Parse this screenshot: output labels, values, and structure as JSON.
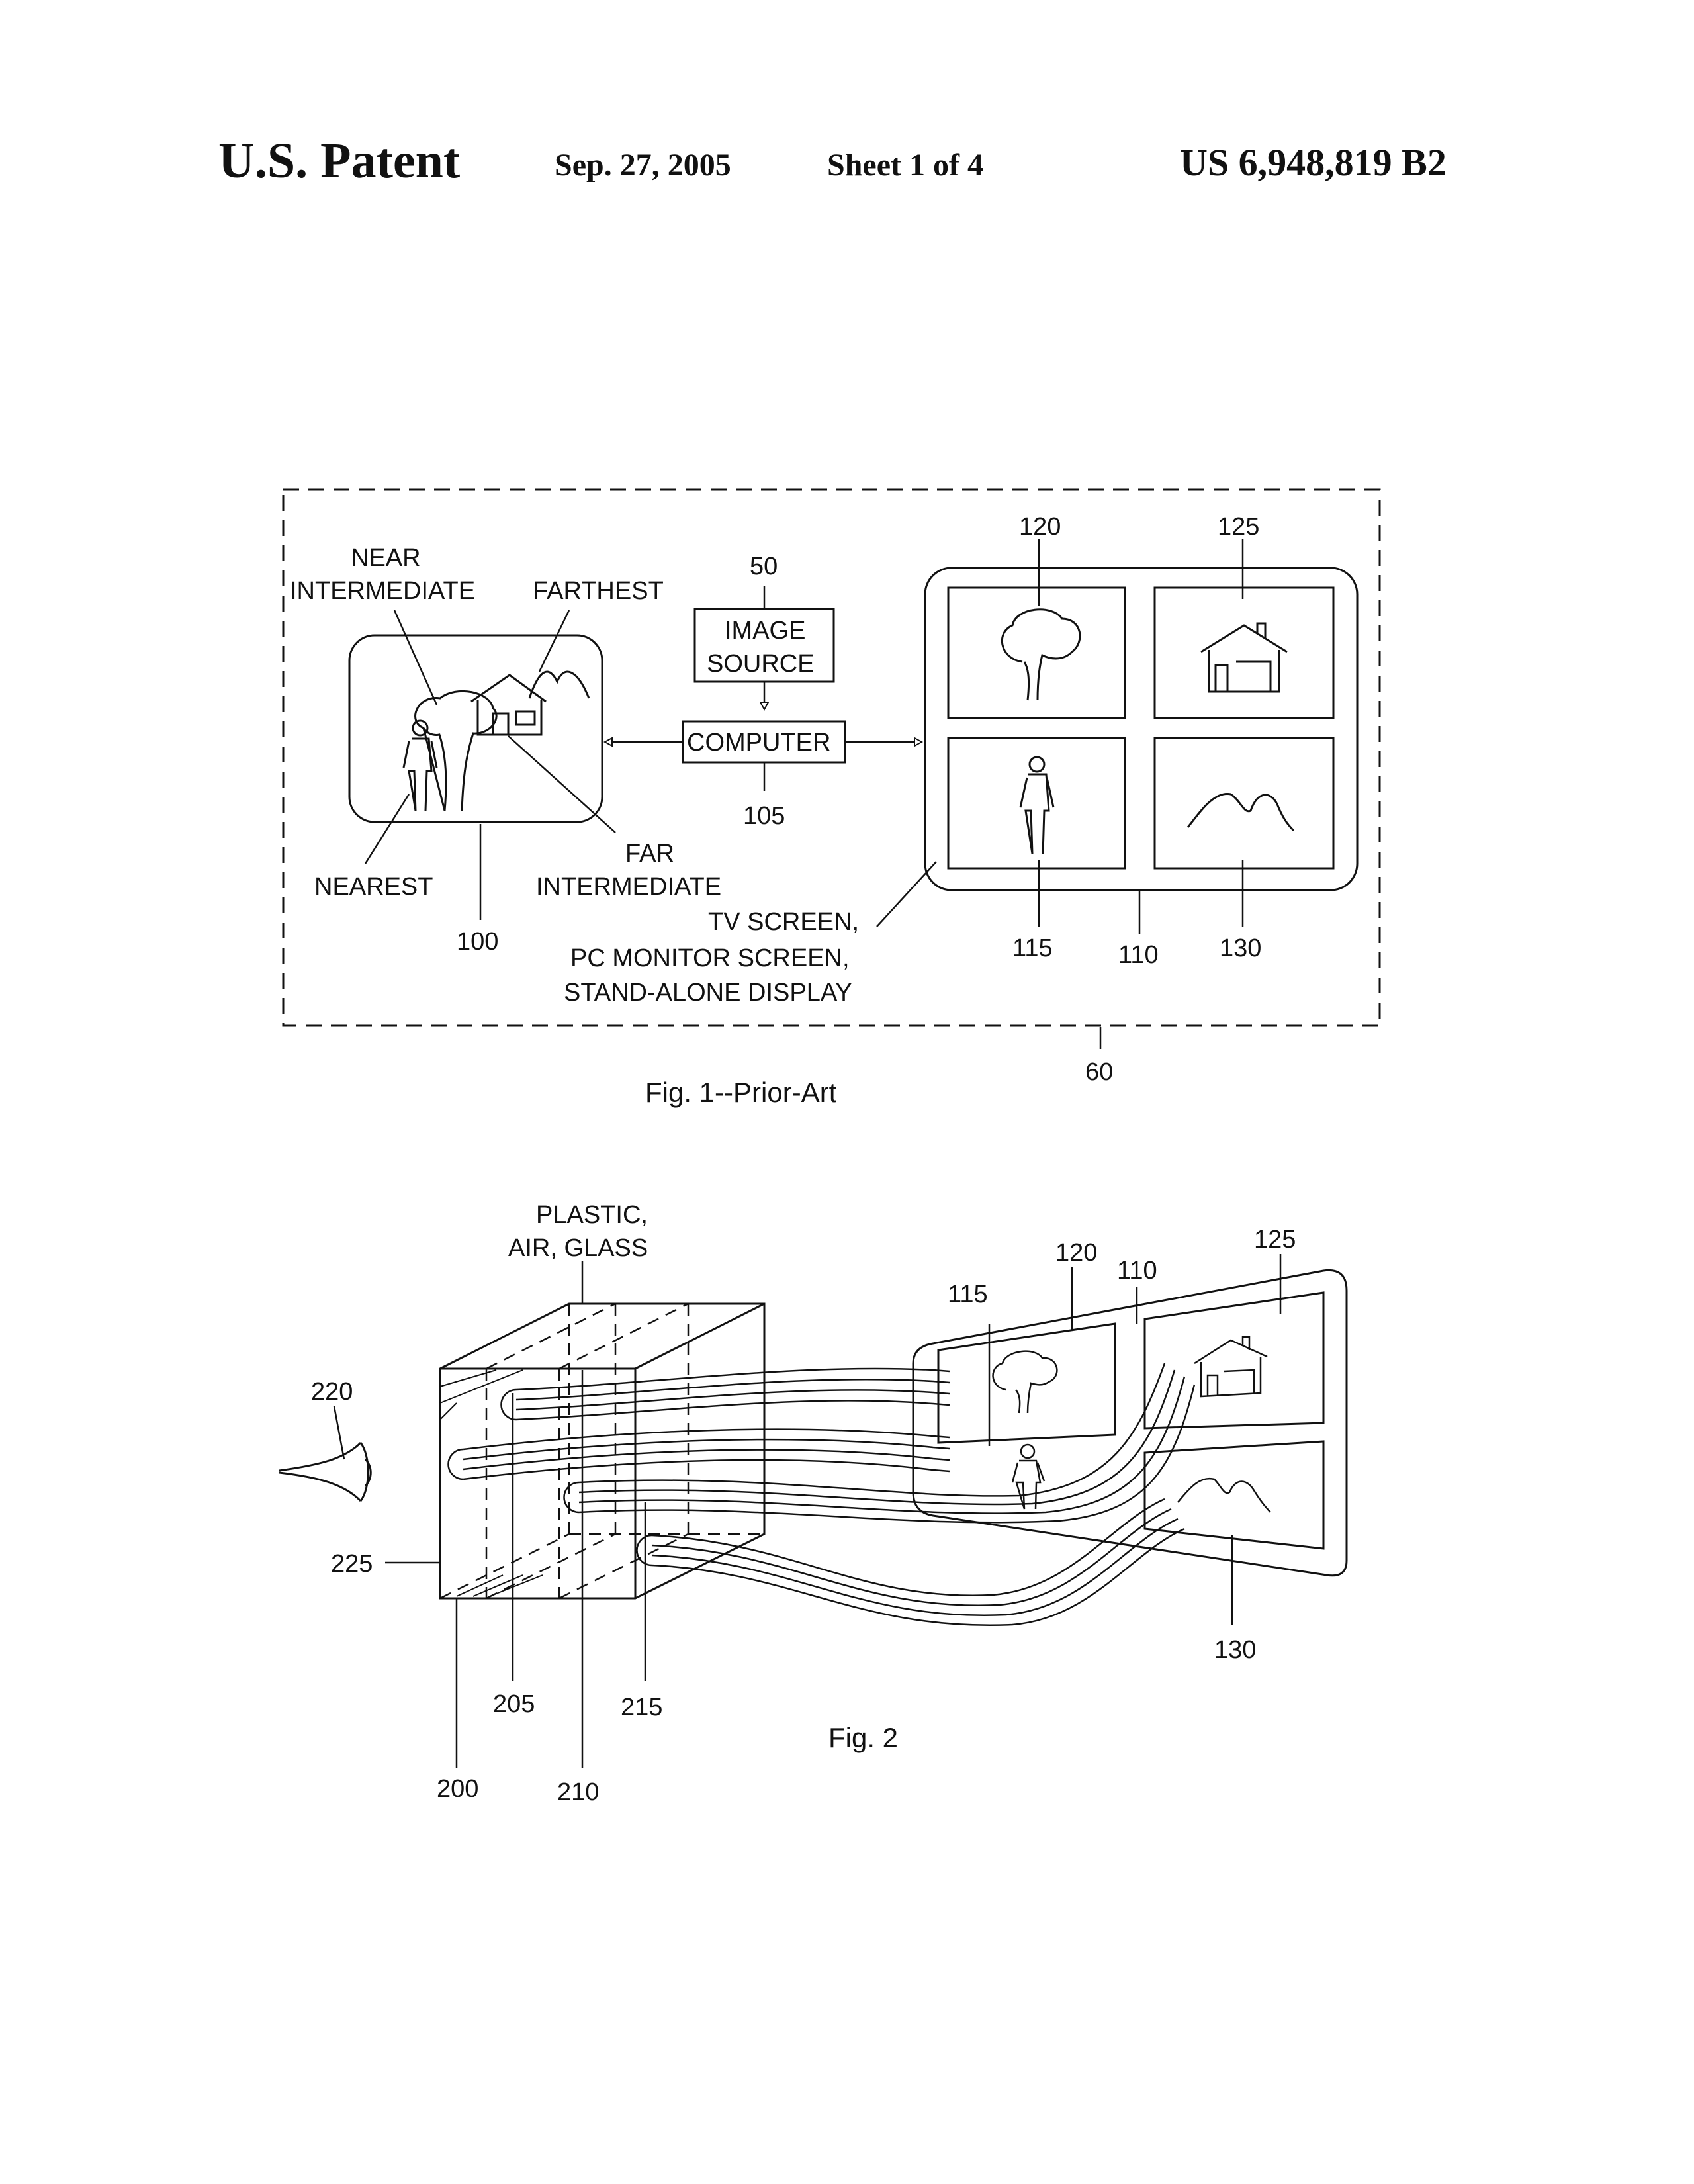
{
  "header": {
    "title": "U.S. Patent",
    "date": "Sep. 27, 2005",
    "sheet": "Sheet 1 of 4",
    "patent_number": "US 6,948,819 B2"
  },
  "fig1": {
    "caption": "Fig. 1--Prior-Art",
    "labels": {
      "near_intermediate_1": "NEAR",
      "near_intermediate_2": "INTERMEDIATE",
      "farthest": "FARTHEST",
      "nearest": "NEAREST",
      "far_intermediate_1": "FAR",
      "far_intermediate_2": "INTERMEDIATE",
      "image_source_1": "IMAGE",
      "image_source_2": "SOURCE",
      "computer": "COMPUTER",
      "screen_1": "TV SCREEN,",
      "screen_2": "PC MONITOR SCREEN,",
      "screen_3": "STAND-ALONE DISPLAY"
    },
    "refs": {
      "r50": "50",
      "r105": "105",
      "r100": "100",
      "r120": "120",
      "r125": "125",
      "r115": "115",
      "r110": "110",
      "r130": "130",
      "r60": "60"
    }
  },
  "fig2": {
    "caption": "Fig. 2",
    "labels": {
      "material_1": "PLASTIC,",
      "material_2": "AIR, GLASS"
    },
    "refs": {
      "r220": "220",
      "r225": "225",
      "r200": "200",
      "r205": "205",
      "r210": "210",
      "r215": "215",
      "r115": "115",
      "r120": "120",
      "r110": "110",
      "r125": "125",
      "r130": "130"
    }
  },
  "icons": [
    "tree-icon",
    "house-icon",
    "person-icon",
    "mountains-icon",
    "eye-icon"
  ]
}
